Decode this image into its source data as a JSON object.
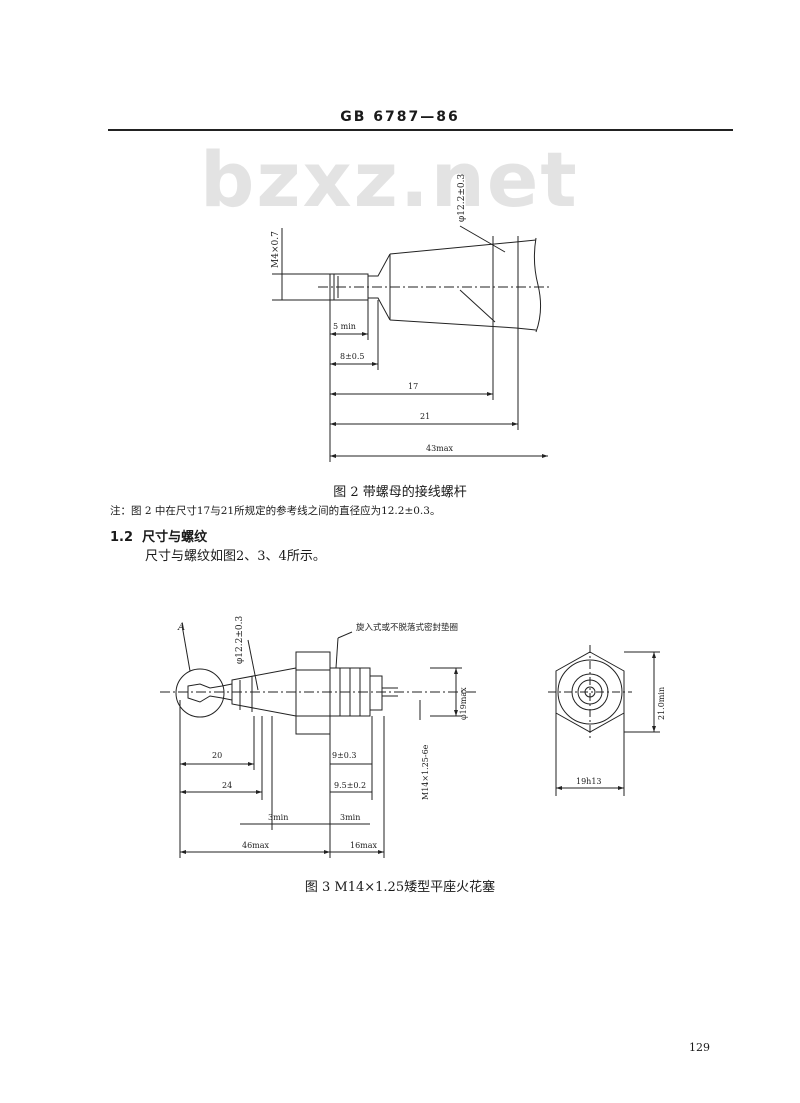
{
  "header": {
    "title": "GB 6787—86"
  },
  "watermark": "bzxz.net",
  "figure2": {
    "caption": "图 2  带螺母的接线螺杆",
    "labels": {
      "thread": "M4×0.7",
      "diameter": "φ12.2±0.3",
      "d5min": "5 min",
      "d8": "8±0.5",
      "d17": "17",
      "d21": "21",
      "d43max": "43max"
    }
  },
  "note": "注：图 2 中在尺寸17与21所规定的参考线之间的直径应为12.2±0.3。",
  "section": {
    "number": "1.2",
    "title": "尺寸与螺纹"
  },
  "body_text": "尺寸与螺纹如图2、3、4所示。",
  "figure3": {
    "caption": "图 3  M14×1.25矮型平座火花塞",
    "labels": {
      "detail_a": "A",
      "diameter": "φ12.2±0.3",
      "gasket_note": "旋入式或不脱落式密封垫圈",
      "phi19": "φ19max",
      "thread": "M14×1.25-6e",
      "d20": "20",
      "d24": "24",
      "d9": "9±0.3",
      "d9_5": "9.5±0.2",
      "d3min_left": "3min",
      "d3min_right": "3min",
      "d46max": "46max",
      "d16max": "16max",
      "hex_height": "21.0min",
      "hex_width": "19h13"
    }
  },
  "page_number": "129"
}
